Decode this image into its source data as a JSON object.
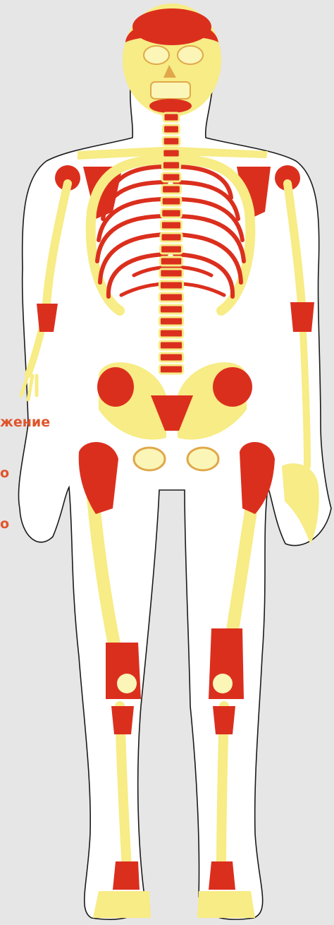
{
  "caption": {
    "lines": [
      "жение",
      "о",
      "о"
    ]
  },
  "colors": {
    "background": "#e6e6e6",
    "bone_yellow": "#f7ec85",
    "bone_light": "#fbf6b8",
    "marrow_red": "#db2f1e",
    "body_outline": "#1a1a1a",
    "caption_text": "#e0542a"
  }
}
